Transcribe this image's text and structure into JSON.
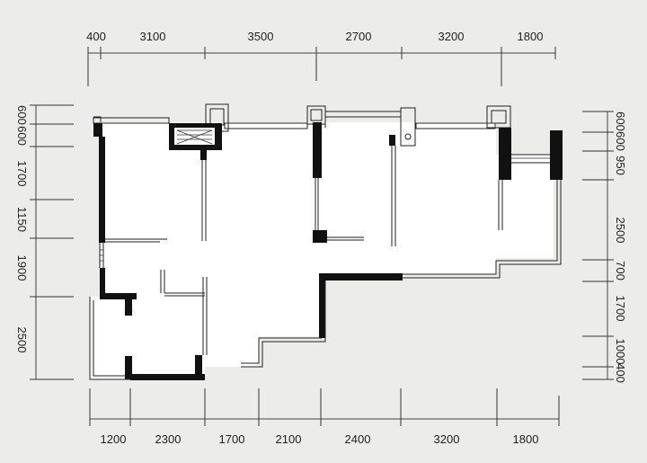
{
  "plan": {
    "top_dims": [
      "400",
      "3100",
      "3500",
      "2700",
      "3200",
      "1800"
    ],
    "bottom_dims": [
      "1200",
      "2300",
      "1700",
      "2100",
      "2400",
      "3200",
      "1800"
    ],
    "left_dims": [
      "600",
      "600",
      "1700",
      "1150",
      "1900",
      "2500"
    ],
    "right_dims": [
      "600",
      "600",
      "950",
      "2500",
      "700",
      "1700",
      "1000",
      "400"
    ]
  }
}
